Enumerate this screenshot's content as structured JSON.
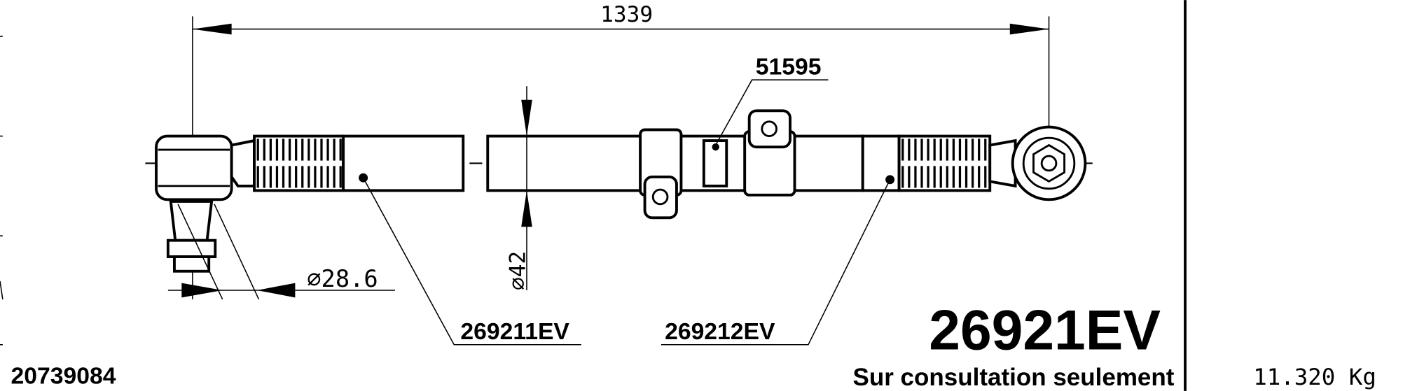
{
  "drawing": {
    "overall_length": "1339",
    "tube_diameter": "⌀42",
    "ball_pin_diameter": "⌀28.6",
    "clamp_part": "51595",
    "left_end_part": "269211EV",
    "right_end_part": "269212EV",
    "main_part_number": "26921EV",
    "reference_number": "20739084",
    "availability_note": "Sur consultation seulement",
    "weight": "11.320 Kg"
  }
}
